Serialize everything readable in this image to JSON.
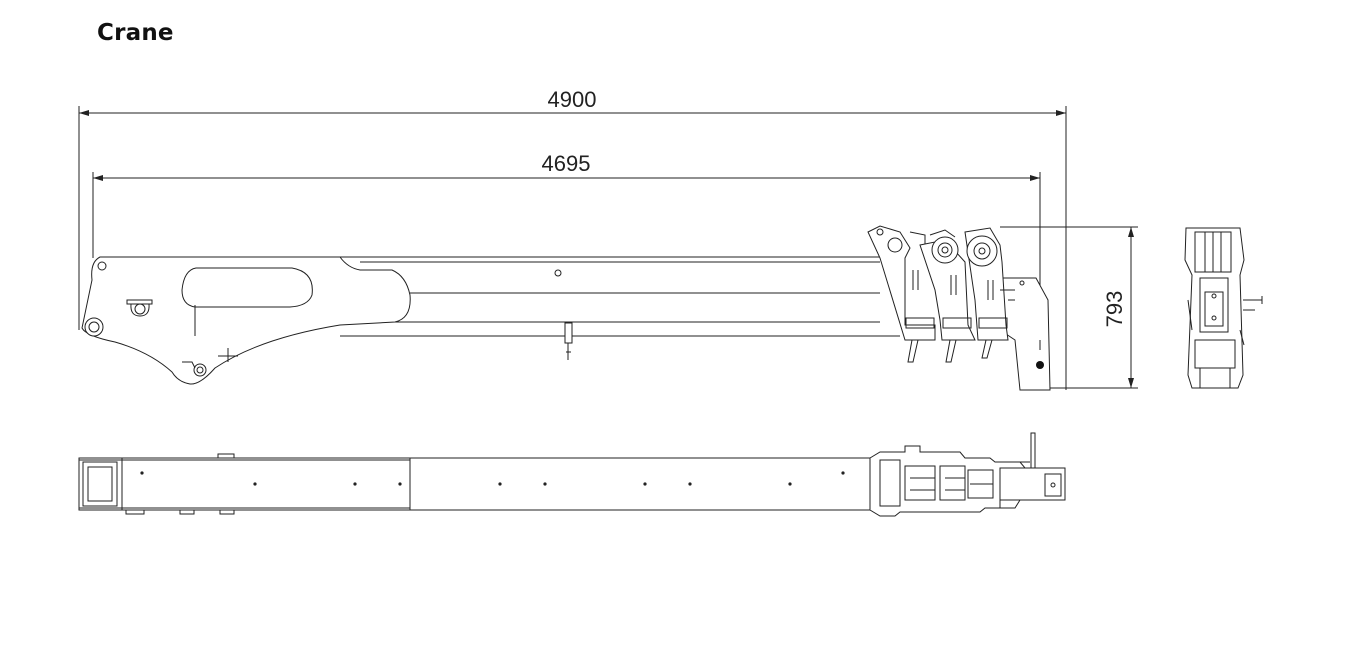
{
  "title": "Crane",
  "dimensions": {
    "overall_length": "4900",
    "boom_length": "4695",
    "height": "793"
  }
}
